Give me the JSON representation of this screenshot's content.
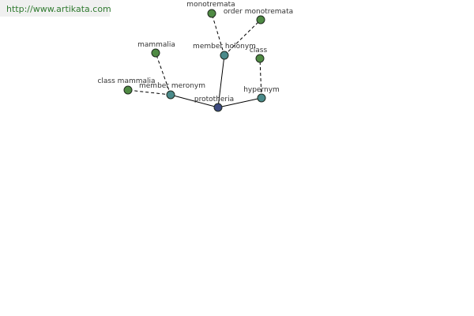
{
  "header": {
    "url_text": "http://www.artikata.com"
  },
  "colors": {
    "center_node": "#3d4a80",
    "relation_node": "#4a8a8a",
    "term_node": "#4f8a43",
    "edge": "#000000"
  },
  "graph": {
    "nodes": [
      {
        "id": "prototheria",
        "label": "prototheria",
        "kind": "center"
      },
      {
        "id": "member-meronym",
        "label": "member meronym",
        "kind": "relation"
      },
      {
        "id": "member-holonym",
        "label": "member holonym",
        "kind": "relation"
      },
      {
        "id": "hypernym",
        "label": "hypernym",
        "kind": "relation"
      },
      {
        "id": "mammalia",
        "label": "mammalia",
        "kind": "term"
      },
      {
        "id": "class-mammalia",
        "label": "class mammalia",
        "kind": "term"
      },
      {
        "id": "monotremata",
        "label": "monotremata",
        "kind": "term"
      },
      {
        "id": "order-monotremata",
        "label": "order monotremata",
        "kind": "term"
      },
      {
        "id": "class",
        "label": "class",
        "kind": "term"
      }
    ],
    "edges": [
      {
        "from": "prototheria",
        "to": "member-meronym",
        "style": "solid"
      },
      {
        "from": "prototheria",
        "to": "member-holonym",
        "style": "solid"
      },
      {
        "from": "prototheria",
        "to": "hypernym",
        "style": "solid"
      },
      {
        "from": "member-meronym",
        "to": "mammalia",
        "style": "dashed"
      },
      {
        "from": "member-meronym",
        "to": "class-mammalia",
        "style": "dashed"
      },
      {
        "from": "member-holonym",
        "to": "monotremata",
        "style": "dashed"
      },
      {
        "from": "member-holonym",
        "to": "order-monotremata",
        "style": "dashed"
      },
      {
        "from": "hypernym",
        "to": "class",
        "style": "dashed"
      }
    ]
  }
}
